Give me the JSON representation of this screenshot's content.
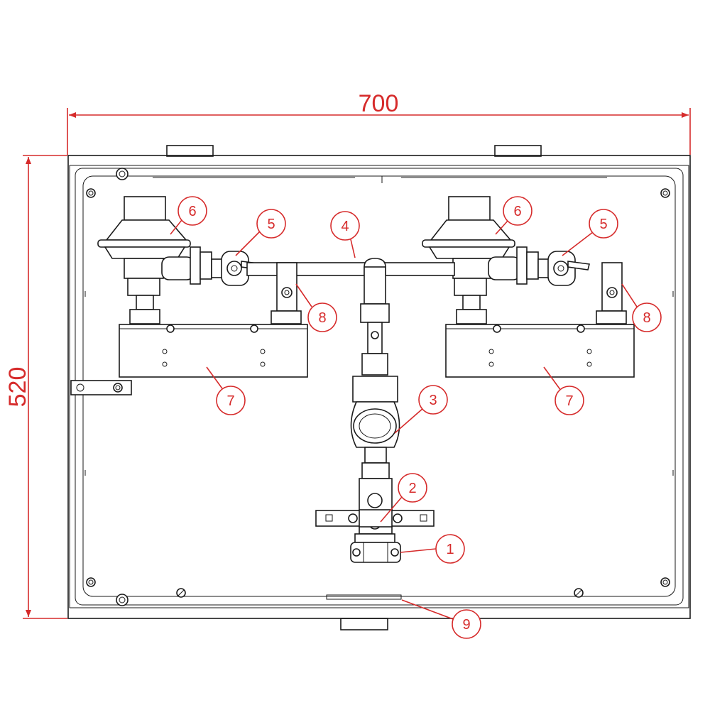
{
  "dimensions": {
    "width": "700",
    "height": "520"
  },
  "callouts": {
    "c1": "1",
    "c2": "2",
    "c3": "3",
    "c4": "4",
    "c5_left": "5",
    "c5_right": "5",
    "c6_left": "6",
    "c6_right": "6",
    "c7_left": "7",
    "c7_right": "7",
    "c8_left": "8",
    "c8_right": "8",
    "c9": "9"
  },
  "colors": {
    "annotation": "#d62b2b",
    "line": "#1a1a1a"
  }
}
